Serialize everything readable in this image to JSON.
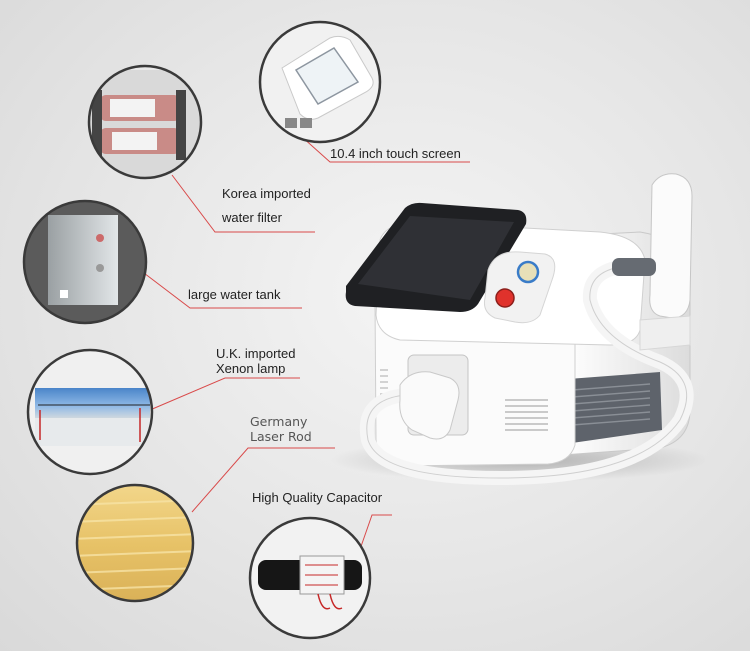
{
  "callouts": {
    "touch_screen": "10.4 inch touch screen",
    "water_filter_line1": "Korea imported",
    "water_filter_line2": "water filter",
    "water_tank": "large water tank",
    "xenon_line1": "U.K. imported",
    "xenon_line2": "Xenon lamp",
    "laser_line1": "Germany",
    "laser_line2": "Laser  Rod",
    "capacitor": "High Quality Capacitor"
  },
  "colors": {
    "leader_line": "#d94a4a",
    "circle_border": "#3a3a3a",
    "machine_body": "#f7f7f7",
    "machine_trim": "#5a5e66",
    "screen": "#1f2023",
    "emergency_button": "#e0322c"
  }
}
